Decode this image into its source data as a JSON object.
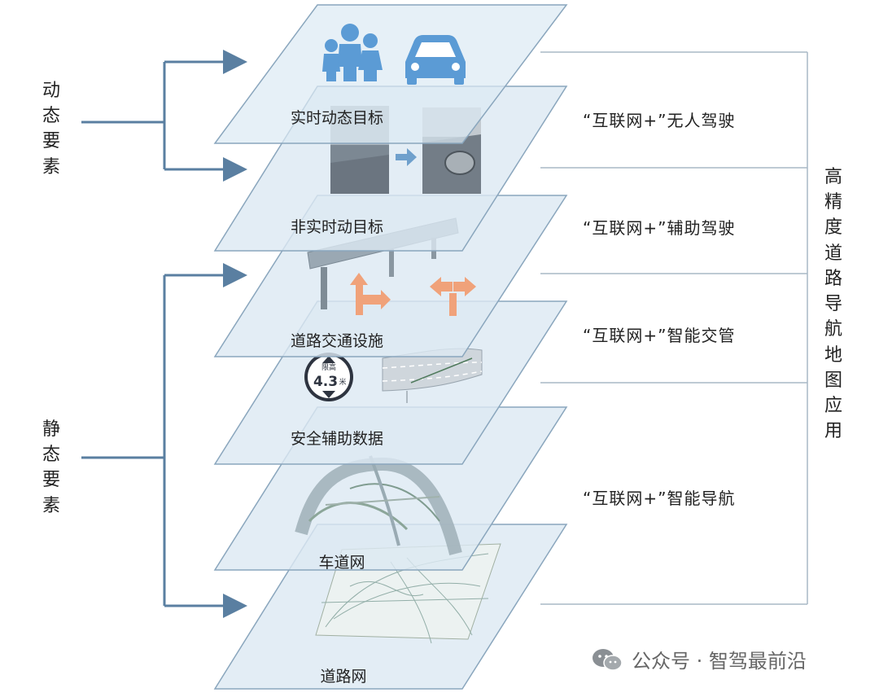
{
  "left_groups": {
    "dynamic": "动态要素",
    "static": "静态要素"
  },
  "right_label": "高精度道路导航地图应用",
  "layers": [
    {
      "label": "实时动态目标"
    },
    {
      "label": "非实时动目标"
    },
    {
      "label": "道路交通设施"
    },
    {
      "label": "安全辅助数据"
    },
    {
      "label": "车道网"
    },
    {
      "label": "道路网"
    }
  ],
  "applications": [
    "“互联网+”无人驾驶",
    "“互联网+”辅助驾驶",
    "“互联网+”智能交管",
    "“互联网+”智能导航"
  ],
  "sign": {
    "top": "限高",
    "value": "4.3",
    "unit": "米"
  },
  "watermark": "公众号 · 智驾最前沿",
  "colors": {
    "plane_fill": "#dce9f3",
    "plane_stroke": "#8aa6bd",
    "arrow": "#5a7fa1",
    "icon_blue": "#5b9bd5",
    "turn_arrow": "#f0a27a",
    "bracket": "#a9b8c6"
  }
}
